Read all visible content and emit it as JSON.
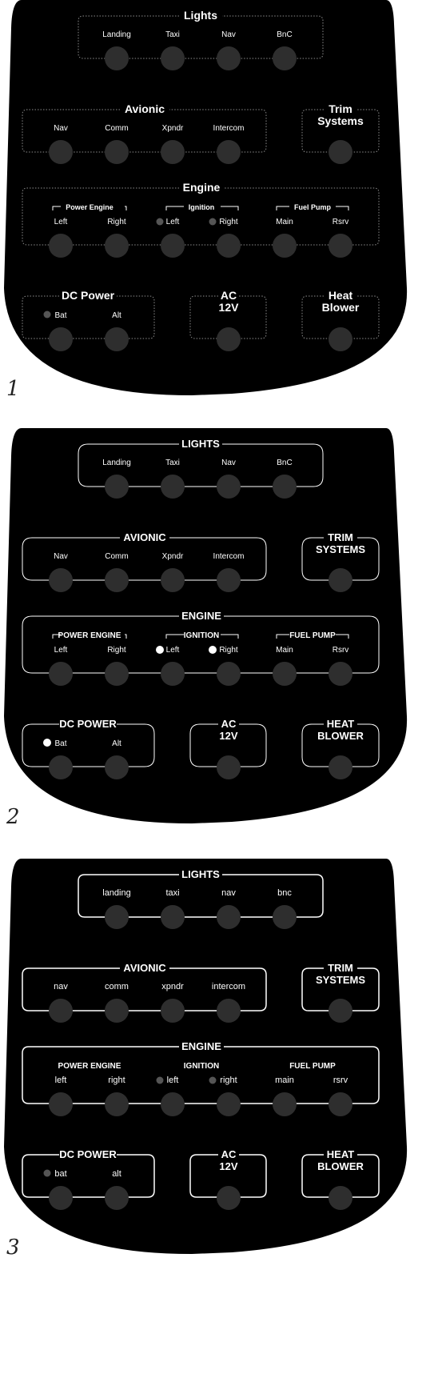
{
  "panels": [
    {
      "number": "1",
      "style": "v1",
      "lights": {
        "title": "Lights",
        "switches": [
          "Landing",
          "Taxi",
          "Nav",
          "BnC"
        ]
      },
      "avionic": {
        "title": "Avionic",
        "switches": [
          "Nav",
          "Comm",
          "Xpndr",
          "Intercom"
        ]
      },
      "trim": {
        "title_line1": "Trim",
        "title_line2": "Systems"
      },
      "engine": {
        "title": "Engine",
        "power_engine": "Power Engine",
        "ignition": "Ignition",
        "fuel_pump": "Fuel Pump",
        "switches": [
          "Left",
          "Right",
          "Left",
          "Right",
          "Main",
          "Rsrv"
        ]
      },
      "dc_power": {
        "title": "DC Power",
        "switches": [
          "Bat",
          "Alt"
        ]
      },
      "ac": {
        "title_line1": "AC",
        "title_line2": "12V"
      },
      "heat": {
        "title_line1": "Heat",
        "title_line2": "Blower"
      }
    },
    {
      "number": "2",
      "style": "v2",
      "lights": {
        "title": "LIGHTS",
        "switches": [
          "Landing",
          "Taxi",
          "Nav",
          "BnC"
        ]
      },
      "avionic": {
        "title": "AVIONIC",
        "switches": [
          "Nav",
          "Comm",
          "Xpndr",
          "Intercom"
        ]
      },
      "trim": {
        "title_line1": "TRIM",
        "title_line2": "SYSTEMS"
      },
      "engine": {
        "title": "ENGINE",
        "power_engine": "POWER ENGINE",
        "ignition": "IGNITION",
        "fuel_pump": "FUEL PUMP",
        "switches": [
          "Left",
          "Right",
          "Left",
          "Right",
          "Main",
          "Rsrv"
        ]
      },
      "dc_power": {
        "title": "DC POWER",
        "switches": [
          "Bat",
          "Alt"
        ]
      },
      "ac": {
        "title_line1": "AC",
        "title_line2": "12V"
      },
      "heat": {
        "title_line1": "HEAT",
        "title_line2": "BLOWER"
      }
    },
    {
      "number": "3",
      "style": "v3",
      "lights": {
        "title": "LIGHTS",
        "switches": [
          "landing",
          "taxi",
          "nav",
          "bnc"
        ]
      },
      "avionic": {
        "title": "AVIONIC",
        "switches": [
          "nav",
          "comm",
          "xpndr",
          "intercom"
        ]
      },
      "trim": {
        "title_line1": "TRIM",
        "title_line2": "SYSTEMS"
      },
      "engine": {
        "title": "ENGINE",
        "power_engine": "POWER ENGINE",
        "ignition": "IGNITION",
        "fuel_pump": "FUEL PUMP",
        "switches": [
          "left",
          "right",
          "left",
          "right",
          "main",
          "rsrv"
        ]
      },
      "dc_power": {
        "title": "DC POWER",
        "switches": [
          "bat",
          "alt"
        ]
      },
      "ac": {
        "title_line1": "AC",
        "title_line2": "12V"
      },
      "heat": {
        "title_line1": "HEAT",
        "title_line2": "BLOWER"
      }
    }
  ]
}
